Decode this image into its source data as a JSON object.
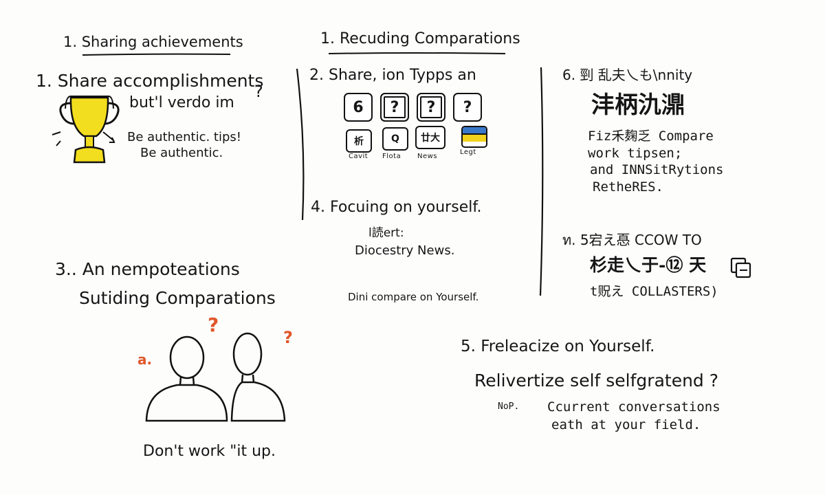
{
  "sections": {
    "left_header": "1. Sharing achievements",
    "mid_header": "1. Recuding Comparations",
    "s1_title": "1. Share accomplishments",
    "s1_sub": "but'l verdo im",
    "s1_q": "?",
    "s1_tip1": "Be authentic. tips!",
    "s1_tip2": "Be authentic.",
    "s2_title": "2. Share, ion Typps an",
    "s2_boxes": [
      "6",
      "?",
      "?",
      "?"
    ],
    "s2_small": [
      "析",
      "Q",
      "廿大",
      ""
    ],
    "s2_captions": [
      "Cavit",
      "Flota",
      "News",
      "Legt"
    ],
    "s4_title": "4. Focuing on yourself.",
    "s4_l1": "l読ert:",
    "s4_l2": "Diocestry News.",
    "s4_l3": "Dini compare on Yourself.",
    "s3_title": "3.. An nempoteations",
    "s3_sub": "Sutiding Comparations",
    "s3_q1": "?",
    "s3_q2": "?",
    "s3_q3": "a.",
    "s3_caption": "Don't work \"it up.",
    "s6_title": "6. 剄 乱夫乀も\\nnity",
    "s6_big": "沣柄氿濎",
    "s6_l1": "Fiz禾麹乏 Compare",
    "s6_l2": "work tipsen;",
    "s6_l3": "and INNSitRytions",
    "s6_l4": "RetheRES.",
    "s7_title": "ท. 5宕え㥑 CCOW TO",
    "s7_big": "杉走乀于-⑫ 天",
    "s7_l2": "t贶え COLLASTERS)",
    "s5_title": "5. Freleacize on Yourself.",
    "s5_sub": "Relivertize self selfgratend ?",
    "s5_nop": "NoP.",
    "s5_l1": "Ccurrent conversations",
    "s5_l2": "eath at your field."
  },
  "colors": {
    "ink": "#151515",
    "trophy": "#f2dd1e",
    "accent": "#e0572a",
    "flag_top": "#3a78c9",
    "flag_bottom": "#f2d21c"
  }
}
